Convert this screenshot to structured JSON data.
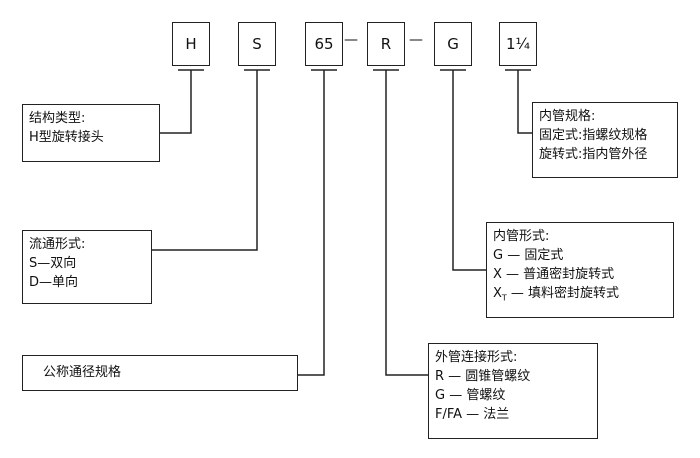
{
  "codes": [
    "H",
    "S",
    "65",
    "R",
    "G",
    "1¼"
  ],
  "separator": "—",
  "descriptions": {
    "type": {
      "title": "结构类型:",
      "lines": [
        "H型旋转接头"
      ]
    },
    "flow": {
      "title": "流通形式:",
      "lines": [
        "S—双向",
        "D—单向"
      ]
    },
    "size": {
      "title": "公称通径规格",
      "lines": []
    },
    "outer": {
      "title": "外管连接形式:",
      "lines": [
        "R — 圆锥管螺纹",
        "G — 管螺纹",
        "F/FA — 法兰"
      ]
    },
    "inner_form": {
      "title": "内管形式:",
      "lines": [
        "G — 固定式",
        "X — 普通密封旋转式"
      ],
      "xt_prefix": "X",
      "xt_sub": "T",
      "xt_rest": " — 填料密封旋转式"
    },
    "inner_spec": {
      "title": "内管规格:",
      "lines": [
        "固定式:指螺纹规格",
        "旋转式:指内管外径"
      ]
    }
  }
}
